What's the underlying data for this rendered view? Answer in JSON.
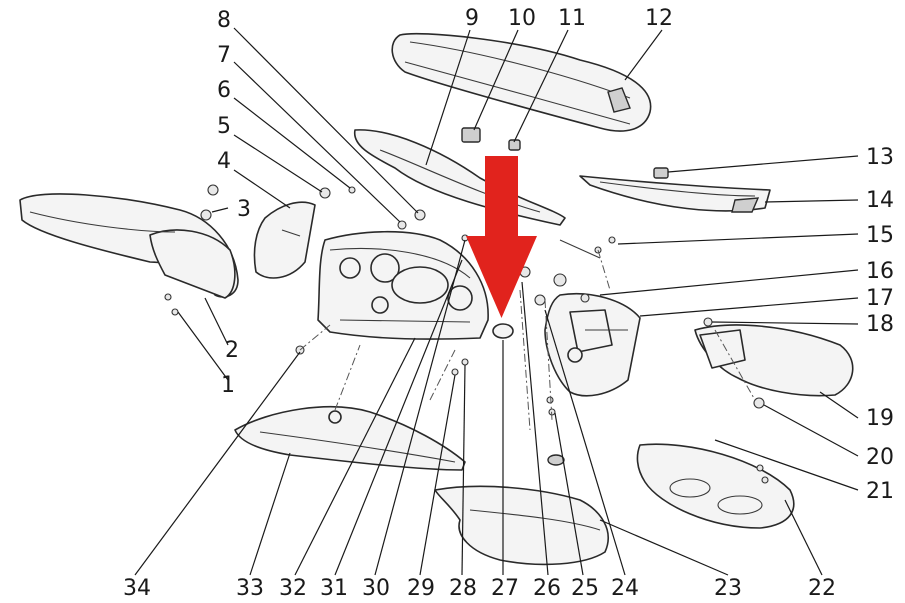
{
  "labels": {
    "n1": "1",
    "n2": "2",
    "n3": "3",
    "n4": "4",
    "n5": "5",
    "n6": "6",
    "n7": "7",
    "n8": "8",
    "n9": "9",
    "n10": "10",
    "n11": "11",
    "n12": "12",
    "n13": "13",
    "n14": "14",
    "n15": "15",
    "n16": "16",
    "n17": "17",
    "n18": "18",
    "n19": "19",
    "n20": "20",
    "n21": "21",
    "n22": "22",
    "n23": "23",
    "n24": "24",
    "n25": "25",
    "n26": "26",
    "n27": "27",
    "n28": "28",
    "n29": "29",
    "n30": "30",
    "n31": "31",
    "n32": "32",
    "n33": "33",
    "n34": "34"
  },
  "colors": {
    "highlight_arrow": "#e1231d",
    "line_art": "#2a2a2a",
    "background": "#ffffff"
  },
  "highlighted_part": "27"
}
